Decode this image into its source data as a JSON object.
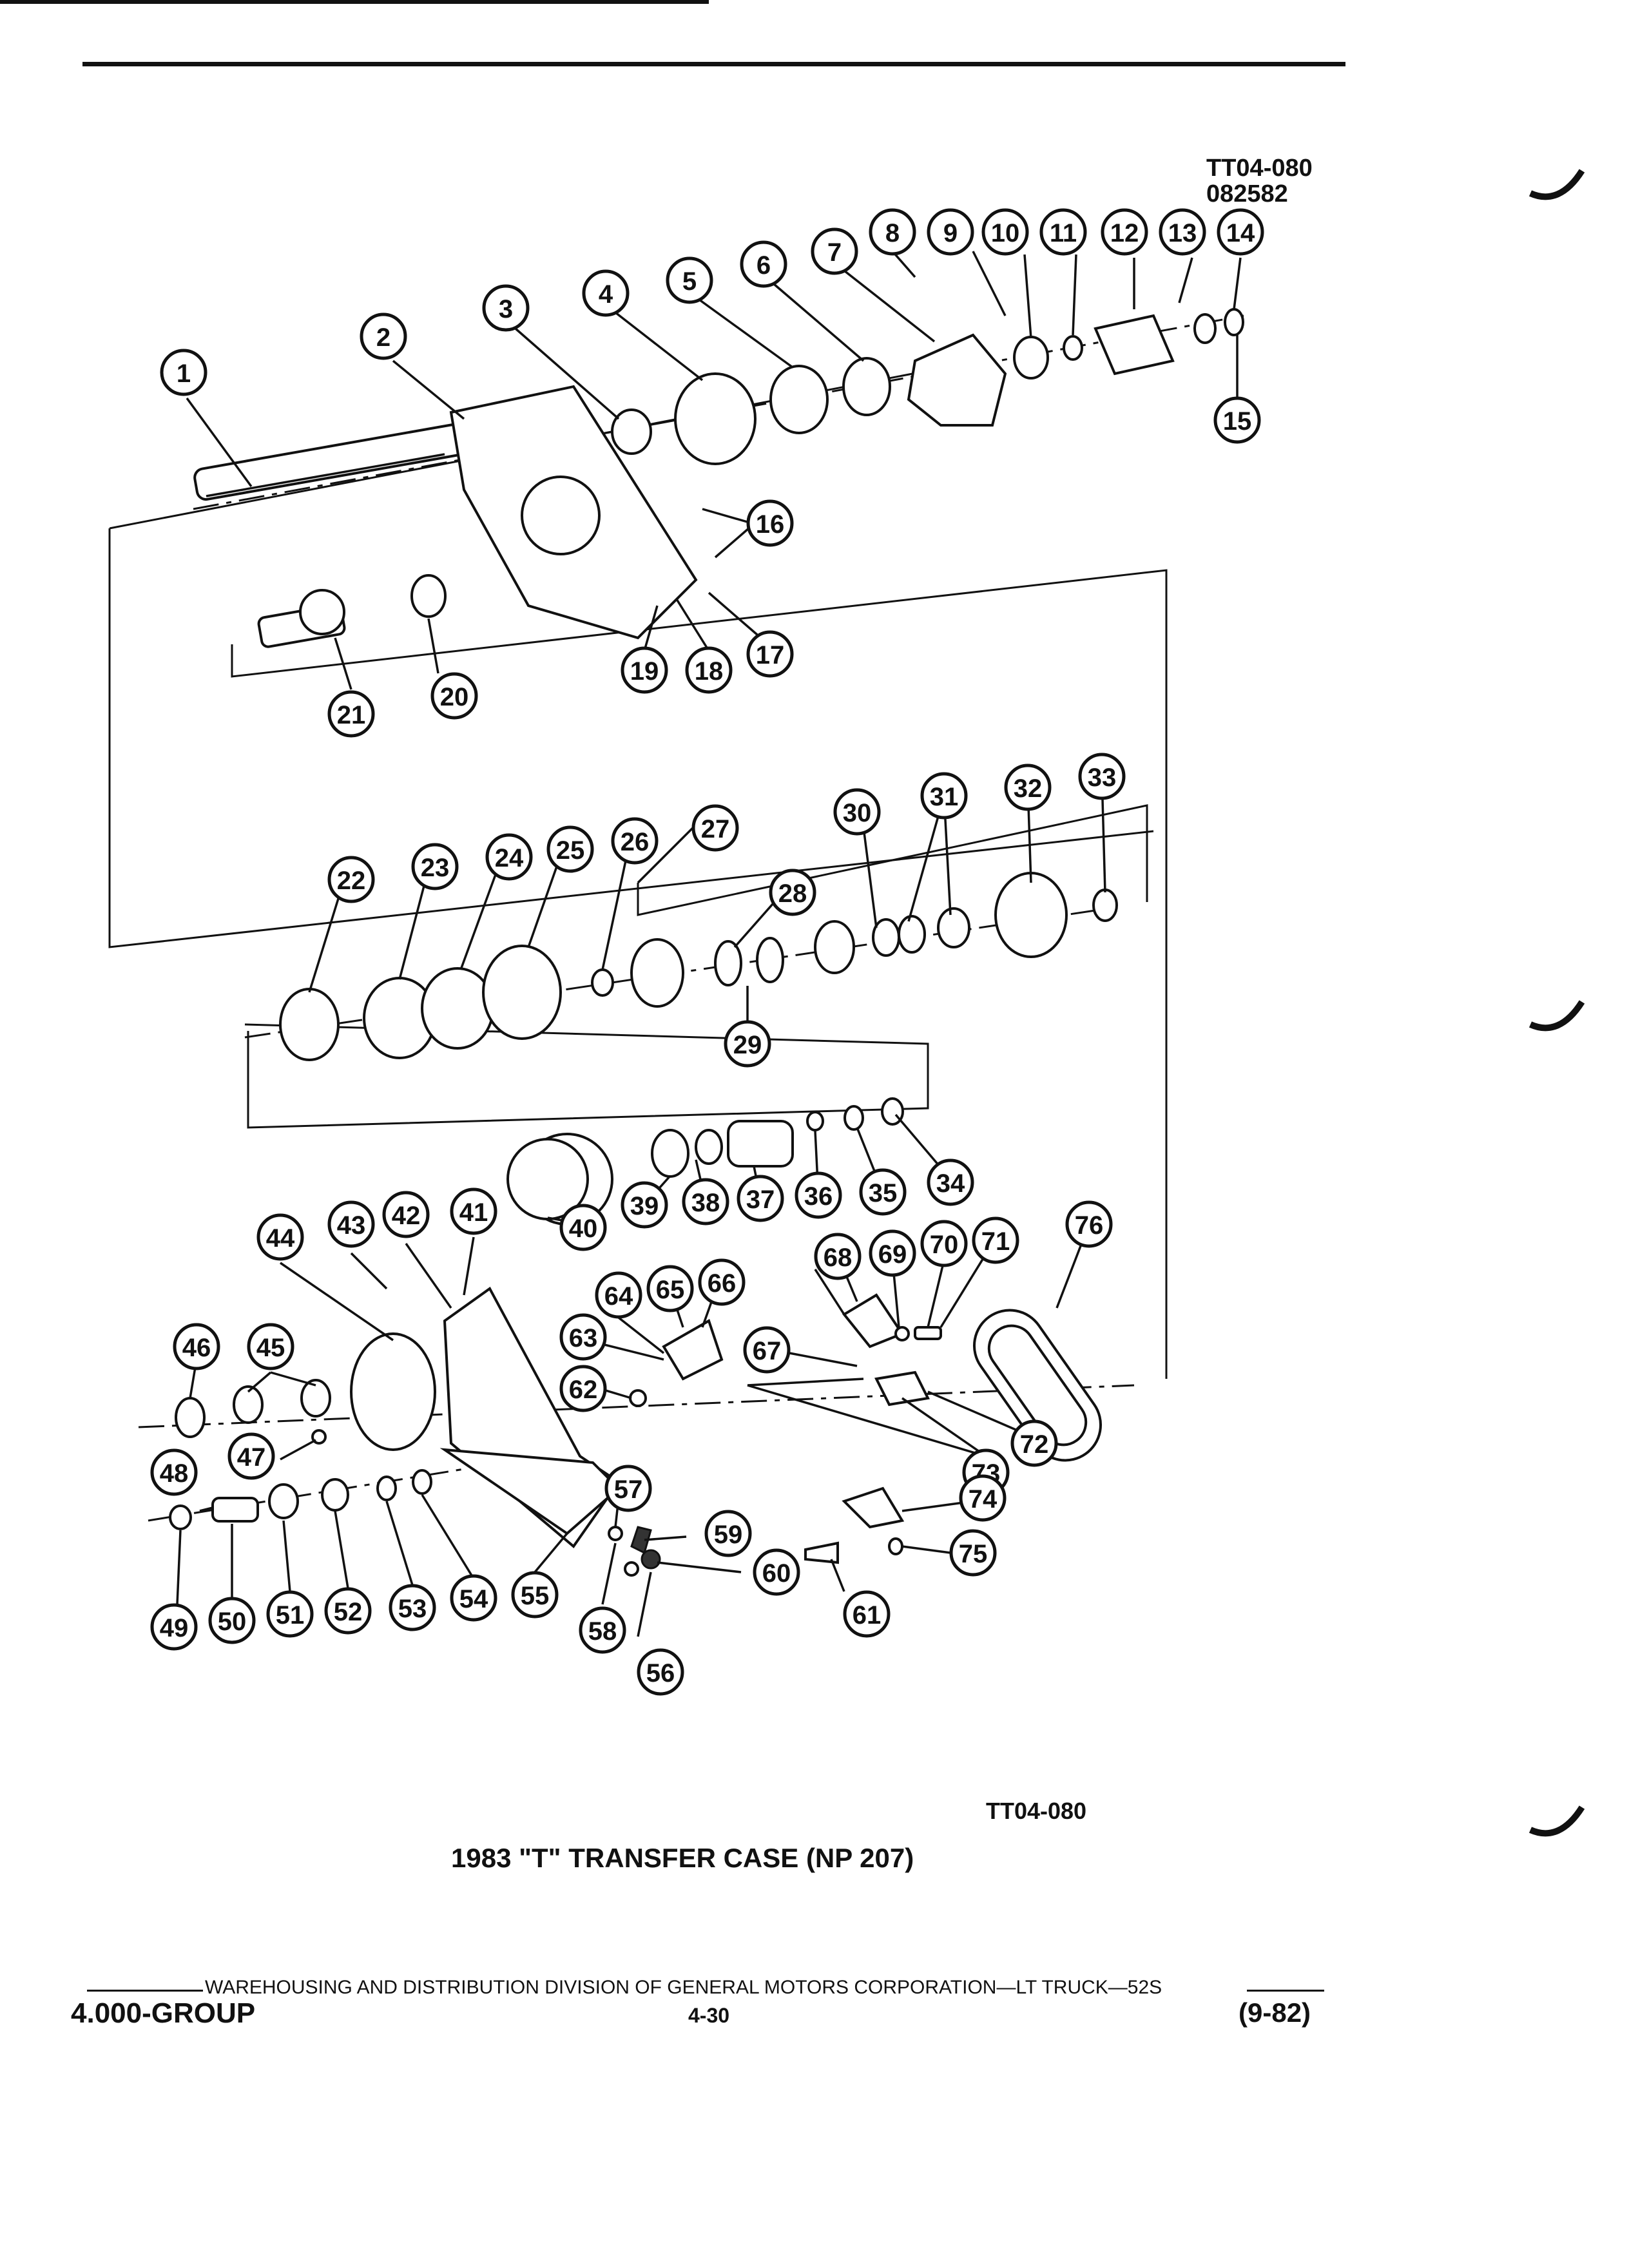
{
  "header": {
    "drawing_id_top": "TT04-080",
    "drawing_date": "082582"
  },
  "diagram": {
    "callouts": [
      "1",
      "2",
      "3",
      "4",
      "5",
      "6",
      "7",
      "8",
      "9",
      "10",
      "11",
      "12",
      "13",
      "14",
      "15",
      "16",
      "17",
      "18",
      "19",
      "20",
      "21",
      "22",
      "23",
      "24",
      "25",
      "26",
      "27",
      "28",
      "29",
      "30",
      "31",
      "32",
      "33",
      "34",
      "35",
      "36",
      "37",
      "38",
      "39",
      "40",
      "41",
      "42",
      "43",
      "44",
      "45",
      "46",
      "47",
      "48",
      "49",
      "50",
      "51",
      "52",
      "53",
      "54",
      "55",
      "56",
      "57",
      "58",
      "59",
      "60",
      "61",
      "62",
      "63",
      "64",
      "65",
      "66",
      "67",
      "68",
      "69",
      "70",
      "71",
      "72",
      "73",
      "74",
      "75",
      "76"
    ]
  },
  "caption": {
    "drawing_id": "TT04-080",
    "title": "1983 \"T\" TRANSFER CASE (NP 207)"
  },
  "footer": {
    "division_line": "WAREHOUSING AND DISTRIBUTION  DIVISION OF GENERAL MOTORS CORPORATION—LT TRUCK—52S",
    "group": "4.000-GROUP",
    "page": "4-30",
    "date": "(9-82)"
  }
}
